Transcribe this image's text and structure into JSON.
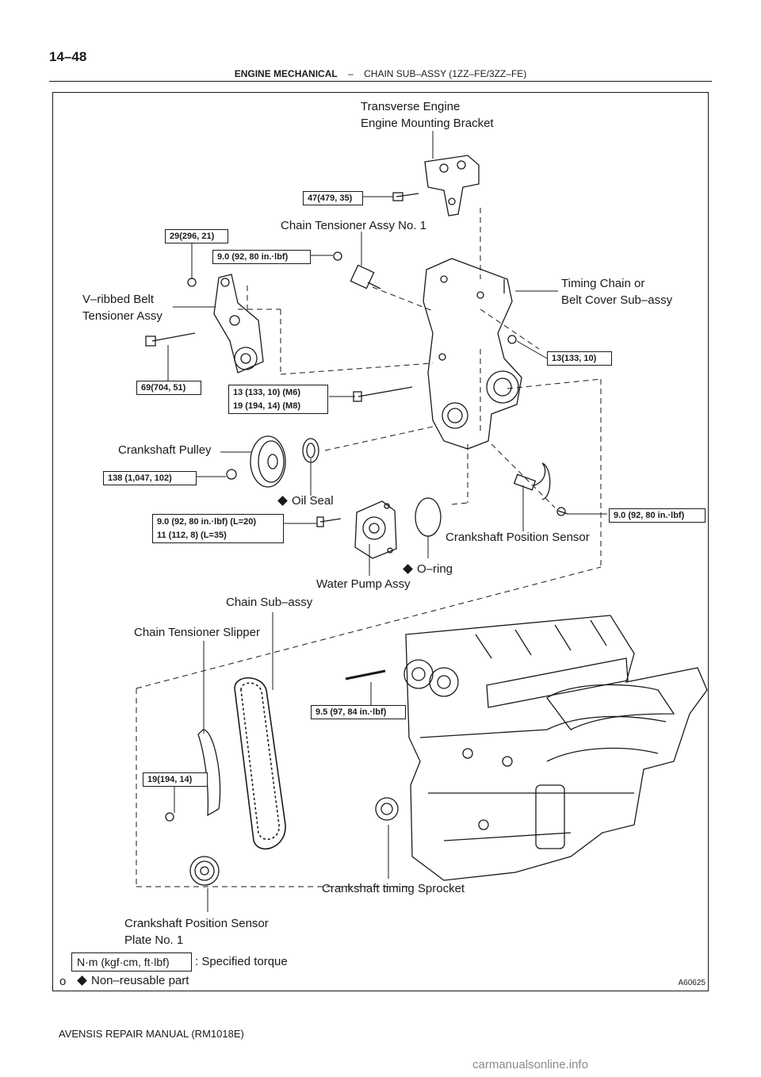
{
  "page": {
    "number": "14–48",
    "section": "ENGINE MECHANICAL",
    "separator": "–",
    "subsection": "CHAIN SUB–ASSY (1ZZ–FE/3ZZ–FE)",
    "figure_id": "A60625",
    "footer": "AVENSIS REPAIR MANUAL   (RM1018E)",
    "watermark": "carmanualsonline.info"
  },
  "labels": {
    "mounting_bracket_1": "Transverse Engine",
    "mounting_bracket_2": "Engine Mounting Bracket",
    "chain_tensioner": "Chain Tensioner Assy No. 1",
    "vribbed_1": "V–ribbed Belt",
    "vribbed_2": "Tensioner Assy",
    "timing_cover_1": "Timing Chain or",
    "timing_cover_2": "Belt Cover Sub–assy",
    "crank_pulley": "Crankshaft Pulley",
    "oil_seal": "Oil Seal",
    "crank_sensor": "Crankshaft Position Sensor",
    "o_ring": "O–ring",
    "water_pump": "Water Pump Assy",
    "chain_sub": "Chain Sub–assy",
    "slipper": "Chain Tensioner Slipper",
    "crank_sprocket": "Crankshaft timing Sprocket",
    "sensor_plate_1": "Crankshaft Position Sensor",
    "sensor_plate_2": "Plate No. 1"
  },
  "torques": {
    "t47": "47(479, 35)",
    "t29": "29(296, 21)",
    "t9_tensioner": "9.0 (92, 80 in.·lbf)",
    "t13_cover": "13(133, 10)",
    "t69": "69(704, 51)",
    "t13_m6": "13 (133, 10) (M6)",
    "t19_m8": "19 (194, 14) (M8)",
    "t138": "138 (1,047, 102)",
    "t9_sensor": "9.0 (92, 80 in.·lbf)",
    "t9_pump_1": "9.0 (92, 80 in.·lbf) (L=20)",
    "t11_pump_2": "11 (112, 8) (L=35)",
    "t9_5": "9.5 (97, 84 in.·lbf)",
    "t19_slipper": "19(194, 14)"
  },
  "legend": {
    "unit_box": "N·m (kgf·cm, ft·lbf)",
    "unit_text": ": Specified torque",
    "bullet": "o",
    "nonreusable": "Non–reusable part"
  }
}
